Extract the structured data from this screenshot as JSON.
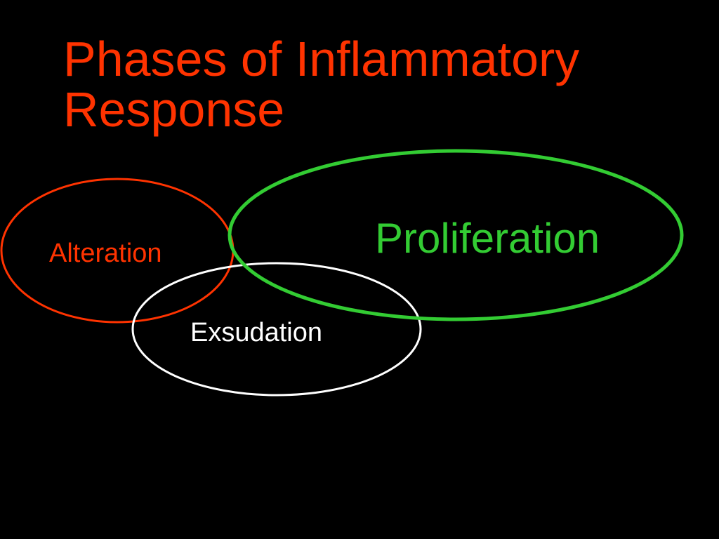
{
  "slide": {
    "title_line1": "Phases of Inflammatory",
    "title_line2": "Response",
    "title_color": "#ff3300"
  },
  "diagram": {
    "phases": [
      {
        "label": "Alteration",
        "color": "#ff3300"
      },
      {
        "label": "Exsudation",
        "color": "#ffffff"
      },
      {
        "label": "Proliferation",
        "color": "#33cc33"
      }
    ]
  }
}
